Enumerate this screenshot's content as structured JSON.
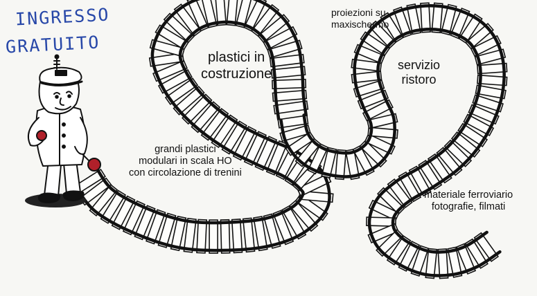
{
  "handwritten_note": {
    "line1": "INGRESSO",
    "line2": "GRATUITO"
  },
  "labels": {
    "plastici_costruzione": {
      "line1": "plastici in",
      "line2": "costruzione"
    },
    "proiezioni": {
      "line1": "proiezioni su",
      "line2": "maxischermo"
    },
    "servizio": {
      "line1": "servizio",
      "line2": "ristoro"
    },
    "grandi_plastici": {
      "line1": "grandi plastici",
      "line2": "modulari in scala HO",
      "line3": "con circolazione di trenini"
    },
    "materiale": {
      "line1": "materiale ferroviario",
      "line2": "fotografie, filmati"
    }
  },
  "colors": {
    "ink": "#111111",
    "handwriting": "#2747a8",
    "paper": "#f7f7f4",
    "tie_red": "#b0202a"
  }
}
